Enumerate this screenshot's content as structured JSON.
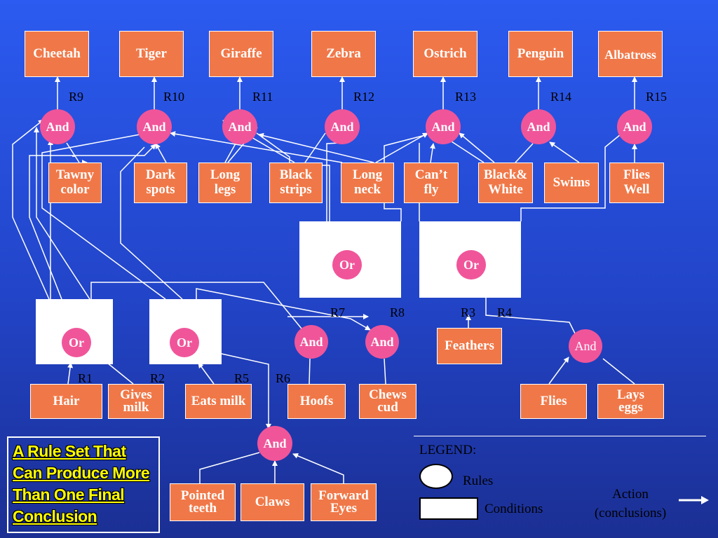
{
  "title": "A Rule Set That Can Produce More Than One Final Conclusion",
  "conclusions": [
    "Cheetah",
    "Tiger",
    "Giraffe",
    "Zebra",
    "Ostrich",
    "Penguin",
    "Albatross"
  ],
  "top_rules": [
    "R9",
    "R10",
    "R11",
    "R12",
    "R13",
    "R14",
    "R15"
  ],
  "conditions_top": [
    "Tawny\ncolor",
    "Dark\nspots",
    "Long\nlegs",
    "Black\nstrips",
    "Long\nneck",
    "Can’t\nfly",
    "Black&\nWhite",
    "Swims",
    "Flies\nWell"
  ],
  "middle_rules": [
    "R7",
    "R8",
    "R3",
    "R4"
  ],
  "bottom_rules": [
    "R1",
    "R2",
    "R5",
    "R6"
  ],
  "conditions_middle": [
    "Feathers"
  ],
  "conditions_bottom": [
    "Hair",
    "Gives\nmilk",
    "Eats milk",
    "Hoofs",
    "Chews\ncud",
    "Flies",
    "Lays\neggs",
    "Pointed\nteeth",
    "Claws",
    "Forward\nEyes"
  ],
  "node_labels": {
    "and": "And",
    "or": "Or"
  },
  "legend": {
    "title": "LEGEND:",
    "rules": "Rules",
    "conditions": "Conditions",
    "action": "Action\n(conclusions)"
  },
  "colors": {
    "box": "#f07848",
    "node": "#f0559a",
    "background": "#2b5bf0"
  }
}
